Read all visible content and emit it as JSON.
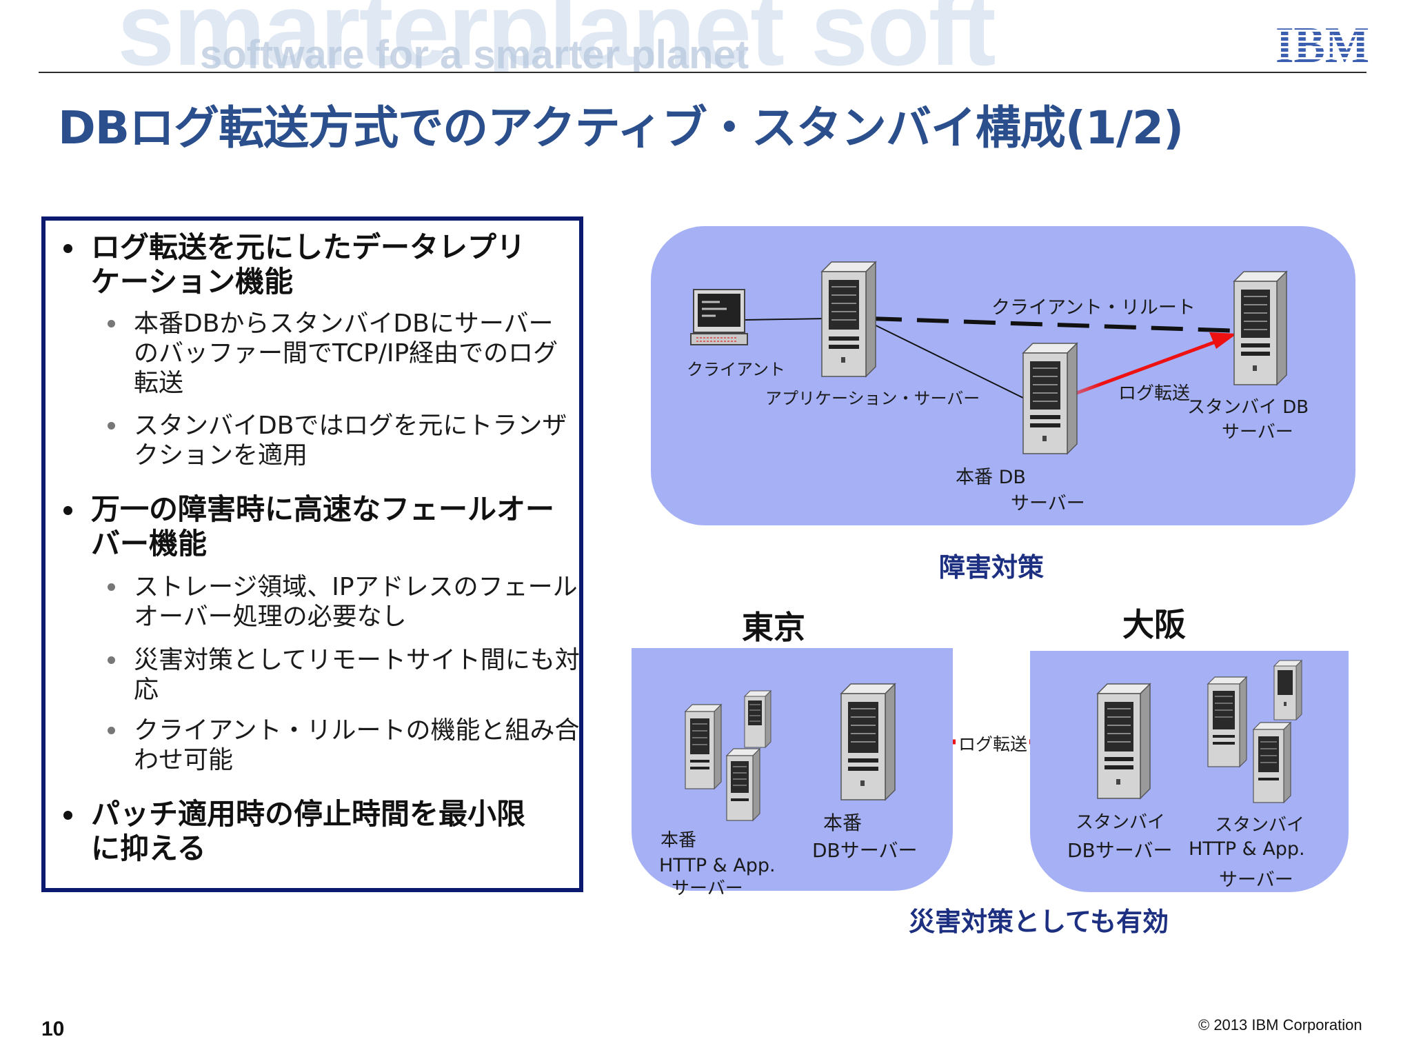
{
  "header": {
    "watermark_big": "smarterplanet soft",
    "watermark_small": "software for a smarter planet",
    "logo": "IBM"
  },
  "title": "DBログ転送方式でのアクティブ・スタンバイ構成(1/2)",
  "bullets": [
    {
      "lines": [
        "ログ転送を元にしたデータレプリ",
        "ケーション機能"
      ],
      "sub": [
        {
          "lines": [
            "本番DBからスタンバイDBにサーバー",
            "のバッファー間でTCP/IP経由でのログ",
            "転送"
          ]
        },
        {
          "lines": [
            "スタンバイDBではログを元にトランザ",
            "クションを適用"
          ]
        }
      ]
    },
    {
      "lines": [
        "万一の障害時に高速なフェールオー",
        "バー機能"
      ],
      "sub": [
        {
          "lines": [
            "ストレージ領域、IPアドレスのフェール",
            "オーバー処理の必要なし"
          ]
        },
        {
          "lines": [
            "災害対策としてリモートサイト間にも対",
            "応"
          ]
        },
        {
          "lines": [
            "クライアント・リルートの機能と組み合",
            "わせ可能"
          ]
        }
      ]
    },
    {
      "lines": [
        "パッチ適用時の停止時間を最小限",
        "に抑える"
      ],
      "sub": []
    }
  ],
  "top_diagram": {
    "client_label": "クライアント",
    "app_server_label": "アプリケーション・サーバー",
    "reroute_label": "クライアント・リルート",
    "log_label": "ログ転送",
    "standby_label_1": "スタンバイ DB",
    "standby_label_2": "サーバー",
    "prod_label_1": "本番 DB",
    "prod_label_2": "サーバー",
    "caption": "障害対策"
  },
  "bottom_diagram": {
    "city_left": "東京",
    "city_right": "大阪",
    "left_http_1": "本番",
    "left_http_2": "HTTP & App.",
    "left_http_3": "サーバー",
    "left_db_1": "本番",
    "left_db_2": "DBサーバー",
    "log_label": "ログ転送",
    "right_db_1": "スタンバイ",
    "right_db_2": "DBサーバー",
    "right_http_1": "スタンバイ",
    "right_http_2": "HTTP & App.",
    "right_http_3": "サーバー",
    "caption": "災害対策としても有効"
  },
  "colors": {
    "title": "#2a4f8c",
    "panel": "#a5b0f5",
    "caption": "#1d2f80",
    "arrow": "#ee1111",
    "box_border": "#0b1a6e"
  },
  "footer": {
    "page": "10",
    "copyright": "© 2013 IBM Corporation"
  }
}
